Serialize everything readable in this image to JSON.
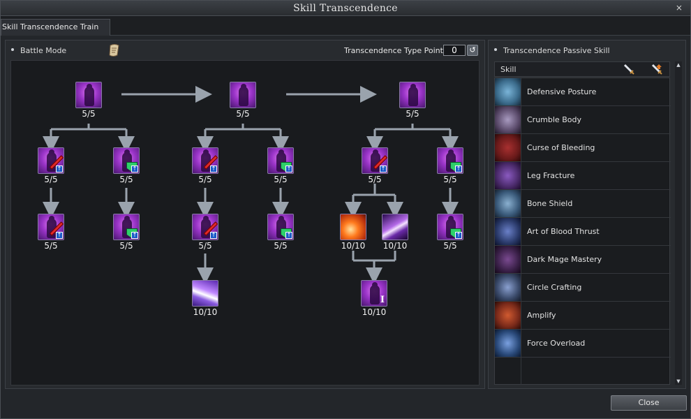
{
  "window": {
    "title": "Skill Transcendence",
    "close_glyph": "×"
  },
  "tab": {
    "label": "Skill Transcendence Train"
  },
  "left": {
    "section_title": "Battle Mode",
    "type_point_label": "Transcendence Type Point",
    "type_point_value": "0",
    "reset_icon": "refresh-icon"
  },
  "tree": {
    "tree1": {
      "root": {
        "level": "5/5",
        "icon": "dark-mage-figure"
      },
      "a1": {
        "level": "5/5",
        "icon": "dark-mage-figure-red-upgrade"
      },
      "a2": {
        "level": "5/5",
        "icon": "dark-mage-figure-red-upgrade"
      },
      "b1": {
        "level": "5/5",
        "icon": "dark-mage-figure-green-upgrade"
      },
      "b2": {
        "level": "5/5",
        "icon": "dark-mage-figure-green-upgrade"
      }
    },
    "tree2": {
      "root": {
        "level": "5/5",
        "icon": "dark-mage-figure"
      },
      "a1": {
        "level": "5/5",
        "icon": "dark-mage-figure-red-upgrade"
      },
      "a2": {
        "level": "5/5",
        "icon": "dark-mage-figure-red-upgrade"
      },
      "a3": {
        "level": "10/10",
        "icon": "light-beam-skill"
      },
      "b1": {
        "level": "5/5",
        "icon": "dark-mage-figure-green-upgrade"
      },
      "b2": {
        "level": "5/5",
        "icon": "dark-mage-figure-green-upgrade"
      }
    },
    "tree3": {
      "root": {
        "level": "5/5",
        "icon": "spiked-mage-figure"
      },
      "a1": {
        "level": "5/5",
        "icon": "spiked-mage-figure-red-upgrade"
      },
      "a2": {
        "level": "10/10",
        "icon": "fire-slash-skill"
      },
      "a3": {
        "level": "10/10",
        "icon": "violet-slash-skill"
      },
      "a4": {
        "level": "10/10",
        "icon": "spiked-mage-figure-tier-I",
        "badge": "I"
      },
      "b1": {
        "level": "5/5",
        "icon": "spiked-mage-figure-green-upgrade"
      },
      "b2": {
        "level": "5/5",
        "icon": "spiked-mage-figure-green-upgrade"
      }
    }
  },
  "right": {
    "section_title": "Transcendence Passive Skill",
    "column_header": "Skill",
    "header_icons": [
      "sword-icon",
      "sword-upgrade-icon"
    ],
    "skills": [
      {
        "name": "Defensive Posture",
        "color": "#3a6a8a"
      },
      {
        "name": "Crumble Body",
        "color": "#5a4a6a"
      },
      {
        "name": "Curse of Bleeding",
        "color": "#6a1a1a"
      },
      {
        "name": "Leg Fracture",
        "color": "#4a2a6a"
      },
      {
        "name": "Bone Shield",
        "color": "#3a5a7a"
      },
      {
        "name": "Art of Blood Thrust",
        "color": "#2a3a6a"
      },
      {
        "name": "Dark Mage Mastery",
        "color": "#3a2048"
      },
      {
        "name": "Circle Crafting",
        "color": "#3a4a6a"
      },
      {
        "name": "Amplify",
        "color": "#7a2a1a"
      },
      {
        "name": "Force Overload",
        "color": "#2a4a7a"
      }
    ]
  },
  "footer": {
    "close_label": "Close"
  }
}
